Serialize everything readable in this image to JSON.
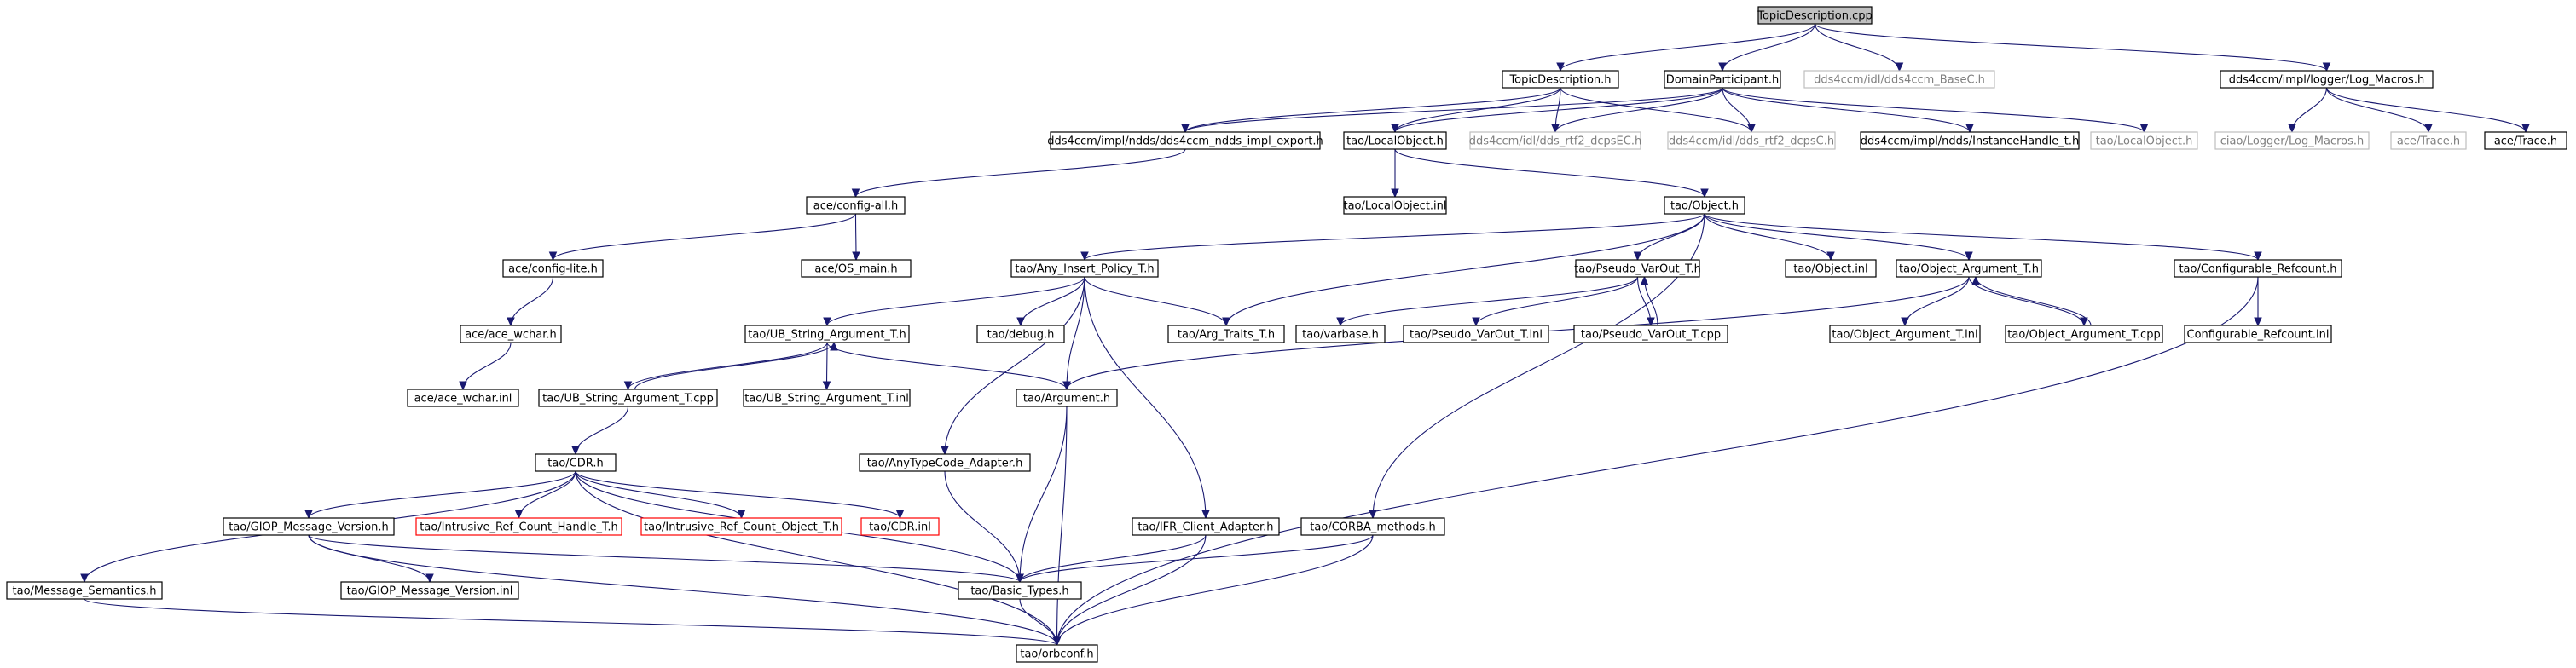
{
  "diagram": {
    "nodes": [
      {
        "id": "n0",
        "label": "TopicDescription.cpp",
        "kind": "root"
      },
      {
        "id": "n1",
        "label": "TopicDescription.h",
        "kind": "normal"
      },
      {
        "id": "n2",
        "label": "DomainParticipant.h",
        "kind": "normal"
      },
      {
        "id": "n3",
        "label": "dds4ccm/idl/dds4ccm_BaseC.h",
        "kind": "external"
      },
      {
        "id": "n4",
        "label": "dds4ccm/impl/logger/Log_Macros.h",
        "kind": "normal"
      },
      {
        "id": "n5",
        "label": "dds4ccm/impl/ndds/dds4ccm_ndds_impl_export.h",
        "kind": "normal"
      },
      {
        "id": "n6",
        "label": "tao/LocalObject.h",
        "kind": "normal"
      },
      {
        "id": "n7",
        "label": "dds4ccm/idl/dds_rtf2_dcpsEC.h",
        "kind": "external"
      },
      {
        "id": "n8",
        "label": "dds4ccm/idl/dds_rtf2_dcpsC.h",
        "kind": "external"
      },
      {
        "id": "n9",
        "label": "dds4ccm/impl/ndds/InstanceHandle_t.h",
        "kind": "normal"
      },
      {
        "id": "n10",
        "label": "tao/LocalObject.h",
        "kind": "external"
      },
      {
        "id": "n11",
        "label": "ciao/Logger/Log_Macros.h",
        "kind": "external"
      },
      {
        "id": "n12",
        "label": "ace/Trace.h",
        "kind": "external"
      },
      {
        "id": "n13",
        "label": "ace/Trace.h",
        "kind": "normal"
      },
      {
        "id": "n14",
        "label": "ace/config-all.h",
        "kind": "normal"
      },
      {
        "id": "n15",
        "label": "tao/LocalObject.inl",
        "kind": "normal"
      },
      {
        "id": "n16",
        "label": "tao/Object.h",
        "kind": "normal"
      },
      {
        "id": "n17",
        "label": "ace/config-lite.h",
        "kind": "normal"
      },
      {
        "id": "n18",
        "label": "ace/OS_main.h",
        "kind": "normal"
      },
      {
        "id": "n19",
        "label": "tao/Any_Insert_Policy_T.h",
        "kind": "normal"
      },
      {
        "id": "n20",
        "label": "tao/Pseudo_VarOut_T.h",
        "kind": "normal"
      },
      {
        "id": "n21",
        "label": "tao/Object.inl",
        "kind": "normal"
      },
      {
        "id": "n22",
        "label": "tao/Object_Argument_T.h",
        "kind": "normal"
      },
      {
        "id": "n23",
        "label": "tao/Configurable_Refcount.h",
        "kind": "normal"
      },
      {
        "id": "n24",
        "label": "ace/ace_wchar.h",
        "kind": "normal"
      },
      {
        "id": "n25",
        "label": "tao/UB_String_Argument_T.h",
        "kind": "normal"
      },
      {
        "id": "n26",
        "label": "tao/debug.h",
        "kind": "normal"
      },
      {
        "id": "n27",
        "label": "tao/Arg_Traits_T.h",
        "kind": "normal"
      },
      {
        "id": "n28",
        "label": "tao/varbase.h",
        "kind": "normal"
      },
      {
        "id": "n29",
        "label": "tao/Pseudo_VarOut_T.inl",
        "kind": "normal"
      },
      {
        "id": "n30",
        "label": "tao/Pseudo_VarOut_T.cpp",
        "kind": "normal"
      },
      {
        "id": "n31",
        "label": "tao/Object_Argument_T.inl",
        "kind": "normal"
      },
      {
        "id": "n32",
        "label": "tao/Object_Argument_T.cpp",
        "kind": "normal"
      },
      {
        "id": "n33",
        "label": "Configurable_Refcount.inl",
        "kind": "normal"
      },
      {
        "id": "n34",
        "label": "ace/ace_wchar.inl",
        "kind": "normal"
      },
      {
        "id": "n35",
        "label": "tao/UB_String_Argument_T.cpp",
        "kind": "normal"
      },
      {
        "id": "n36",
        "label": "tao/UB_String_Argument_T.inl",
        "kind": "normal"
      },
      {
        "id": "n37",
        "label": "tao/Argument.h",
        "kind": "normal"
      },
      {
        "id": "n38",
        "label": "tao/CDR.h",
        "kind": "normal"
      },
      {
        "id": "n39",
        "label": "tao/AnyTypeCode_Adapter.h",
        "kind": "normal"
      },
      {
        "id": "n40",
        "label": "tao/GIOP_Message_Version.h",
        "kind": "normal"
      },
      {
        "id": "n41",
        "label": "tao/Intrusive_Ref_Count_Handle_T.h",
        "kind": "missing"
      },
      {
        "id": "n42",
        "label": "tao/Intrusive_Ref_Count_Object_T.h",
        "kind": "missing"
      },
      {
        "id": "n43",
        "label": "tao/CDR.inl",
        "kind": "missing"
      },
      {
        "id": "n44",
        "label": "tao/IFR_Client_Adapter.h",
        "kind": "normal"
      },
      {
        "id": "n45",
        "label": "tao/CORBA_methods.h",
        "kind": "normal"
      },
      {
        "id": "n46",
        "label": "tao/Message_Semantics.h",
        "kind": "normal"
      },
      {
        "id": "n47",
        "label": "tao/GIOP_Message_Version.inl",
        "kind": "normal"
      },
      {
        "id": "n48",
        "label": "tao/Basic_Types.h",
        "kind": "normal"
      },
      {
        "id": "n49",
        "label": "tao/orbconf.h",
        "kind": "normal"
      }
    ],
    "edges": [
      [
        "n0",
        "n1"
      ],
      [
        "n0",
        "n2"
      ],
      [
        "n0",
        "n3"
      ],
      [
        "n0",
        "n4"
      ],
      [
        "n1",
        "n5"
      ],
      [
        "n1",
        "n6"
      ],
      [
        "n1",
        "n7"
      ],
      [
        "n1",
        "n8"
      ],
      [
        "n2",
        "n5"
      ],
      [
        "n2",
        "n6"
      ],
      [
        "n2",
        "n7"
      ],
      [
        "n2",
        "n8"
      ],
      [
        "n2",
        "n9"
      ],
      [
        "n2",
        "n10"
      ],
      [
        "n4",
        "n11"
      ],
      [
        "n4",
        "n12"
      ],
      [
        "n4",
        "n13"
      ],
      [
        "n5",
        "n14"
      ],
      [
        "n14",
        "n17"
      ],
      [
        "n14",
        "n18"
      ],
      [
        "n17",
        "n24"
      ],
      [
        "n24",
        "n34"
      ],
      [
        "n6",
        "n15"
      ],
      [
        "n6",
        "n16"
      ],
      [
        "n16",
        "n19"
      ],
      [
        "n16",
        "n27"
      ],
      [
        "n16",
        "n20"
      ],
      [
        "n16",
        "n21"
      ],
      [
        "n16",
        "n22"
      ],
      [
        "n16",
        "n23"
      ],
      [
        "n16",
        "n45"
      ],
      [
        "n19",
        "n25"
      ],
      [
        "n19",
        "n26"
      ],
      [
        "n19",
        "n27"
      ],
      [
        "n19",
        "n37"
      ],
      [
        "n19",
        "n39"
      ],
      [
        "n19",
        "n44"
      ],
      [
        "n20",
        "n28"
      ],
      [
        "n20",
        "n29"
      ],
      [
        "n20",
        "n30"
      ],
      [
        "n30",
        "n20"
      ],
      [
        "n22",
        "n37"
      ],
      [
        "n22",
        "n31"
      ],
      [
        "n22",
        "n32"
      ],
      [
        "n32",
        "n22"
      ],
      [
        "n23",
        "n33"
      ],
      [
        "n23",
        "n49"
      ],
      [
        "n25",
        "n35"
      ],
      [
        "n35",
        "n25"
      ],
      [
        "n25",
        "n36"
      ],
      [
        "n25",
        "n37"
      ],
      [
        "n35",
        "n38"
      ],
      [
        "n38",
        "n46"
      ],
      [
        "n38",
        "n40"
      ],
      [
        "n38",
        "n41"
      ],
      [
        "n38",
        "n42"
      ],
      [
        "n38",
        "n43"
      ],
      [
        "n38",
        "n48"
      ],
      [
        "n38",
        "n49"
      ],
      [
        "n37",
        "n48"
      ],
      [
        "n37",
        "n49"
      ],
      [
        "n39",
        "n48"
      ],
      [
        "n40",
        "n47"
      ],
      [
        "n40",
        "n48"
      ],
      [
        "n40",
        "n49"
      ],
      [
        "n44",
        "n48"
      ],
      [
        "n44",
        "n49"
      ],
      [
        "n45",
        "n48"
      ],
      [
        "n45",
        "n49"
      ],
      [
        "n46",
        "n49"
      ],
      [
        "n48",
        "n49"
      ]
    ]
  }
}
